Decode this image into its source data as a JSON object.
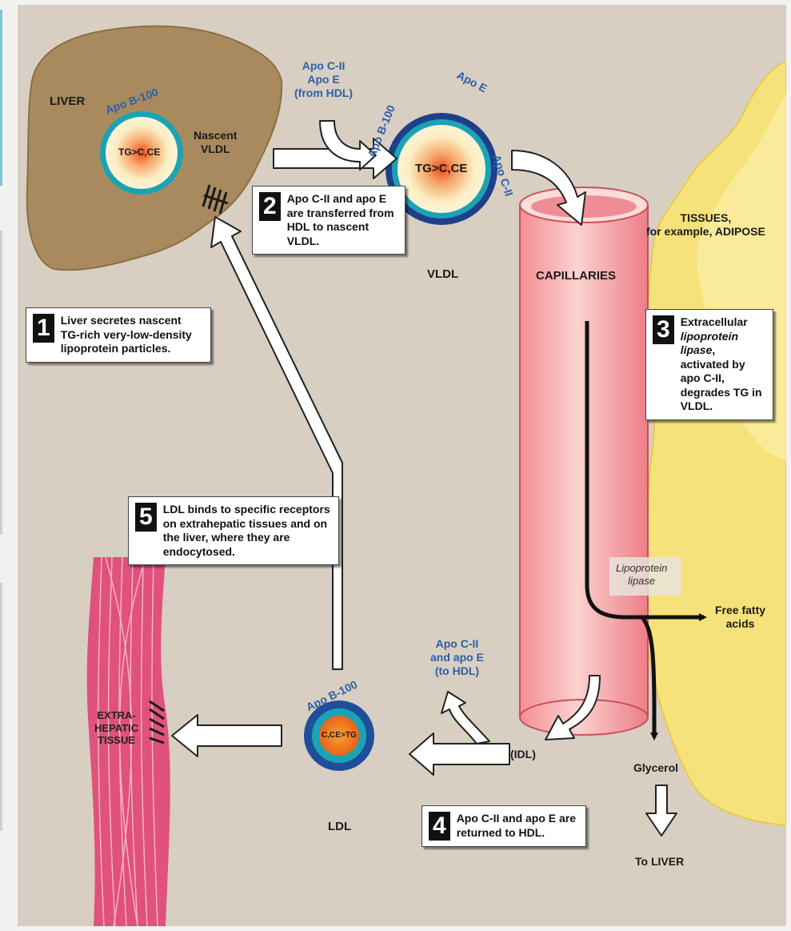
{
  "labels": {
    "liver": "LIVER",
    "apo_b100_liver": "Apo B-100",
    "tg_liver": "TG>C,CE",
    "nascent_vldl": "Nascent\nVLDL",
    "apo_incoming": "Apo C-II\nApo E\n(from HDL)",
    "apo_e_vldl": "Apo E",
    "apo_b100_vldl": "Apo B-100",
    "apo_cii_vldl": "Apo C-II",
    "tg_vldl": "TG>C,CE",
    "vldl": "VLDL",
    "capillaries": "CAPILLARIES",
    "tissues": "TISSUES,\nfor example, ADIPOSE",
    "lipoprotein_lipase": "Lipoprotein\nlipase",
    "free_fatty_acids": "Free fatty\nacids",
    "glycerol": "Glycerol",
    "to_liver": "To LIVER",
    "apo_returned": "Apo C-II\nand apo E\n(to HDL)",
    "idl": "(IDL)",
    "apo_b100_ldl": "Apo B-100",
    "c_ce_tg": "C,CE>TG",
    "ldl": "LDL",
    "extrahepatic": "EXTRA-\nHEPATIC\nTISSUE"
  },
  "steps": [
    {
      "num": "1",
      "text": "Liver secretes nascent TG-rich very-low-density lipoprotein particles."
    },
    {
      "num": "2",
      "text": "Apo C-II and apo E are transferred from HDL to nascent VLDL."
    },
    {
      "num": "3",
      "pre": "Extracellular ",
      "em": "lipoprotein lipase",
      "post": ", activated by apo C-II, degrades TG in VLDL."
    },
    {
      "num": "4",
      "text": "Apo C-II and apo E are returned to HDL."
    },
    {
      "num": "5",
      "text": "LDL binds to specific receptors on extrahepatic tissues and on the liver, where they are endocytosed."
    }
  ],
  "colors": {
    "background": "#d8cfc2",
    "liver": "#a88a5e",
    "adipose": "#f6e27a",
    "capillary": "#f3a8a8",
    "muscle": "#e0517c",
    "apo_blue": "#2b5fa8",
    "particle_ring": "#1aa3b4"
  }
}
